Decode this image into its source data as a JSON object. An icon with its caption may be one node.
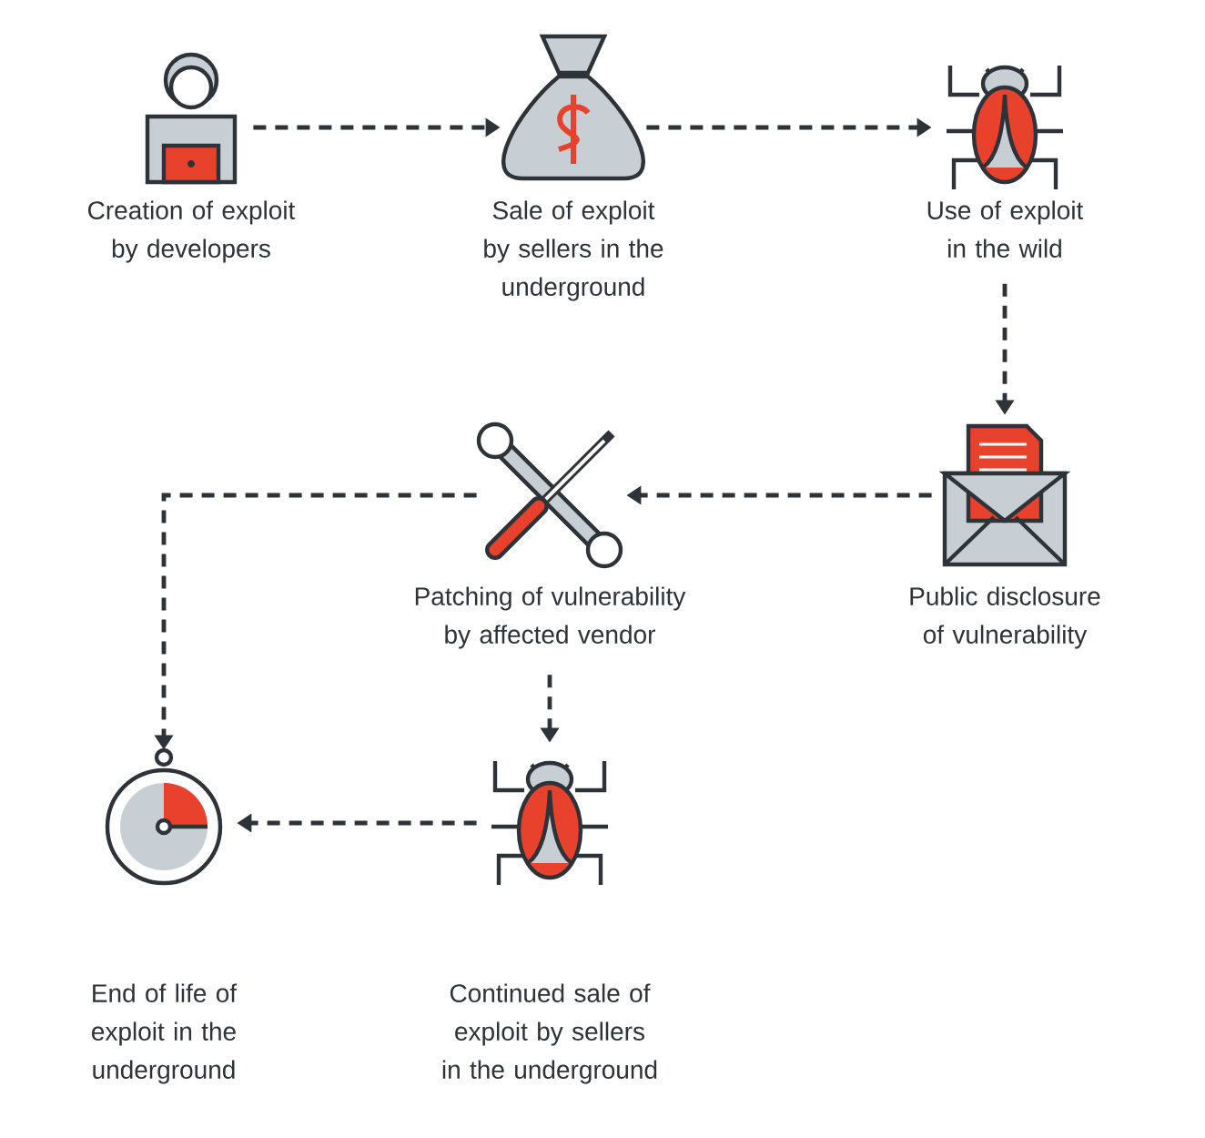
{
  "diagram": {
    "nodes": [
      {
        "text": [
          "Creation of exploit by developers"
        ]
      },
      {
        "text": [
          "Sale of exploit by sellers in the underground"
        ]
      },
      {
        "text": [
          "Use of exploit in the wild"
        ]
      },
      {
        "text": [
          "Patching of vulnerability by affected vendor"
        ]
      },
      {
        "text": [
          "Public disclosure of vulnerability"
        ]
      },
      {
        "text": [
          "End of life of exploit in the underground"
        ]
      },
      {
        "text": [
          "Continued sale of exploit by sellers in the underground"
        ]
      }
    ],
    "edges": [
      {
        "from": 0,
        "to": 1,
        "arrow": "to"
      },
      {
        "from": 1,
        "to": 2,
        "arrow": "to"
      },
      {
        "from": 2,
        "to": 4,
        "arrow": "to"
      },
      {
        "from": 4,
        "to": 3,
        "arrow": "to"
      },
      {
        "from": 3,
        "to": 5,
        "arrow": "to"
      },
      {
        "from": 3,
        "to": 6,
        "arrow": "to"
      },
      {
        "from": 6,
        "to": 5,
        "arrow": "to"
      }
    ]
  }
}
